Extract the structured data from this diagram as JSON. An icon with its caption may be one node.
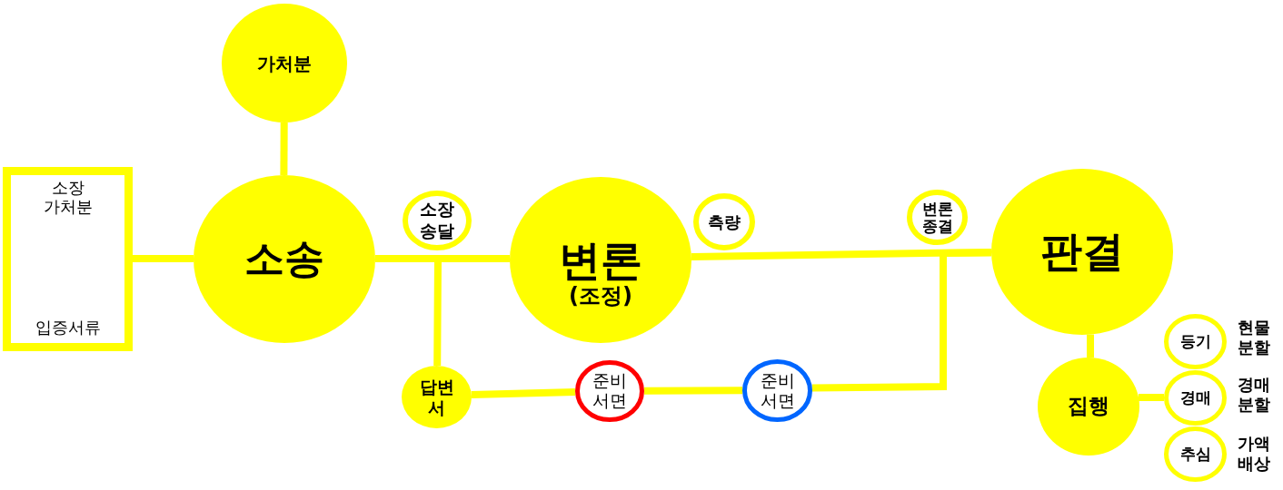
{
  "diagram": {
    "nodes": [
      {
        "text": [
          "소장 가처분",
          "입증서류"
        ]
      },
      {
        "text": [
          "가처분"
        ]
      },
      {
        "text": [
          "소송"
        ]
      },
      {
        "text": [
          "소장 송달"
        ]
      },
      {
        "text": [
          "변론",
          "(조정)"
        ]
      },
      {
        "text": [
          "측량"
        ]
      },
      {
        "text": [
          "변론 종결"
        ]
      },
      {
        "text": [
          "판결"
        ]
      },
      {
        "text": [
          "답변서"
        ]
      },
      {
        "text": [
          "준비 서면"
        ]
      },
      {
        "text": [
          "준비 서면"
        ]
      },
      {
        "text": [
          "집행"
        ]
      },
      {
        "text": [
          "등기"
        ],
        "beside": [
          "현물 분할"
        ]
      },
      {
        "text": [
          "경매"
        ],
        "beside": [
          "경매 분할"
        ]
      },
      {
        "text": [
          "추심"
        ],
        "beside": [
          "가액 배상"
        ]
      }
    ],
    "edges": [
      {
        "from": 0,
        "to": 2,
        "arrow": "none"
      },
      {
        "from": 1,
        "to": 2,
        "arrow": "none"
      },
      {
        "from": 2,
        "to": 4,
        "arrow": "none"
      },
      {
        "from": 2,
        "to": 8,
        "arrow": "none"
      },
      {
        "from": 4,
        "to": 7,
        "arrow": "none"
      },
      {
        "from": 8,
        "to": 9,
        "arrow": "none"
      },
      {
        "from": 9,
        "to": 10,
        "arrow": "none"
      },
      {
        "from": 10,
        "to": 7,
        "arrow": "none"
      },
      {
        "from": 7,
        "to": 11,
        "arrow": "none"
      },
      {
        "from": 11,
        "to": 13,
        "arrow": "none"
      }
    ]
  }
}
